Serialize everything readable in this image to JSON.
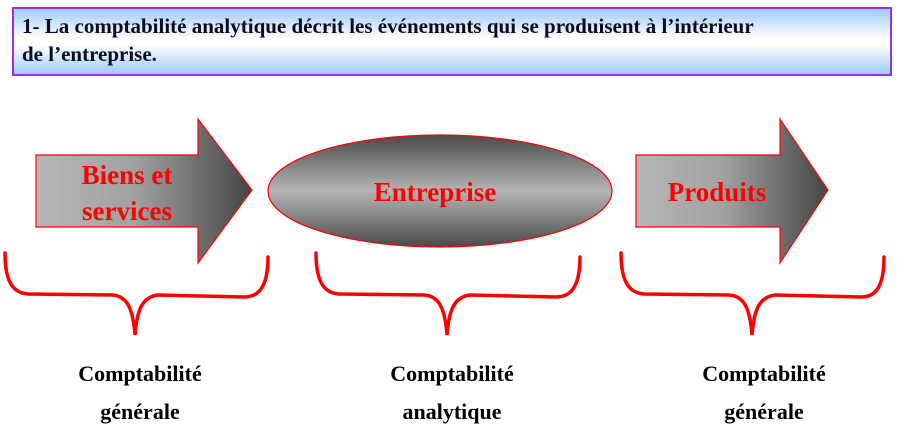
{
  "header": {
    "line1": "1- La comptabilité analytique décrit les événements qui se produisent à l’intérieur",
    "line2": "de l’entreprise.",
    "border_color": "#9b30e0",
    "gradient_color": "#9fcbf7"
  },
  "diagram": {
    "shapes": [
      {
        "type": "arrow",
        "label_line1": "Biens et",
        "label_line2": "services"
      },
      {
        "type": "ellipse",
        "label": "Entreprise"
      },
      {
        "type": "arrow",
        "label": "Produits"
      }
    ],
    "captions": [
      {
        "line1": "Comptabilité",
        "line2": "générale"
      },
      {
        "line1": "Comptabilité",
        "line2": "analytique"
      },
      {
        "line1": "Comptabilité",
        "line2": "générale"
      }
    ],
    "colors": {
      "label_text": "#ff0000",
      "outline": "#ff0000",
      "brace": "#ff0000",
      "fill_light": "#b4b4b4",
      "fill_dark": "#4a4a4a"
    }
  }
}
